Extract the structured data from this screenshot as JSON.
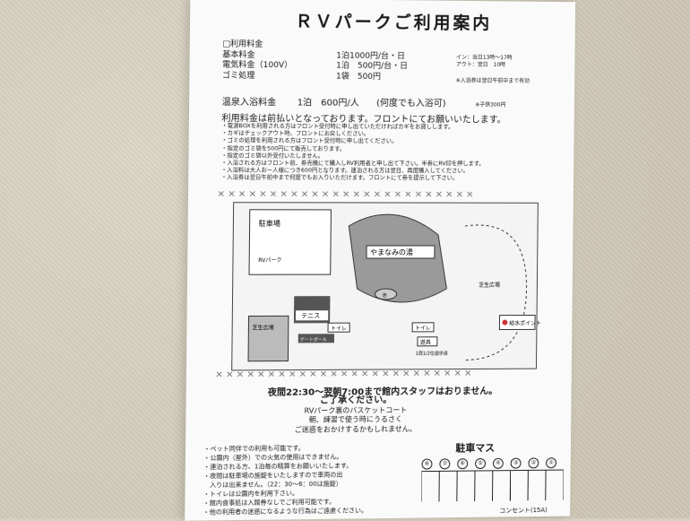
{
  "title": "ＲＶパークご利用案内",
  "fees": {
    "heading": "□利用料金",
    "rows": [
      {
        "name": "基本料金",
        "value": "1泊1000円/台・日"
      },
      {
        "name": "電気料金（100V）",
        "value": "1泊　500円/台・日"
      },
      {
        "name": "ゴミ処理",
        "value": "1袋　500円"
      }
    ],
    "checkin": "イン：当日13時～17時",
    "checkout": "アウト：翌日　10時",
    "note": "※入浴券は翌日午前中まで有効"
  },
  "onsen": {
    "name": "温泉入浴料金",
    "value": "1泊　600円/人",
    "extra": "(何度でも入浴可)",
    "child": "※子供300円"
  },
  "notice": "利用料金は前払いとなっております。フロントにてお願いいたします。",
  "rules": [
    "・電源BOXを利用される方はフロント受付時に申し出ていただければカギをお貸しします。",
    "・カギはチェックアウト時、フロントにお戻しください。",
    "・ゴミの処理を利用される方はフロント受付時に申し出てください。",
    "・指定のゴミ袋を500円にて販売しております。",
    "・指定のゴミ袋以外受付いたしません。",
    "・入浴される方はフロント前、券売機にて購入しRV利用者と申し出て下さい。半券にRV印を押します。",
    "・入浴料は大人お一人様につき600円となります。連泊される方は翌日、再度購入してください。",
    "・入浴券は翌日午前中まで何度でもお入りいただけます。フロントにて券を提示して下さい。"
  ],
  "map": {
    "parking": "駐車場",
    "rvpark": "RVパーク",
    "onsen": "やまなみの湯",
    "tennis": "テニス",
    "shiba": "芝生広場",
    "shiba2": "芝生広場",
    "toilet1": "トイレ",
    "toilet2": "トイレ",
    "gateball": "ゲートボール",
    "kyusui": "給水ポイント",
    "walk": "1周1/2位遊歩道",
    "yudo": "遊具",
    "pond": "池"
  },
  "night": "夜間22:30～翌朝7:00まで館内スタッフはおりません。",
  "court": {
    "head": "ご了承ください。",
    "lines": [
      "RVパーク裏のバスケットコート",
      "朝、練習で使う時にうるさく",
      "ご迷惑をおかけするかもしれません。"
    ]
  },
  "bottom_rules": [
    "・ペット同伴での利用も可能です。",
    "・公園内（屋外）での火気の使用はできません。",
    "・連泊される方、1泊毎の精算をお願いいたします。",
    "・夜間は駐車場の施錠をいたしますので車両の出",
    "　入りは出来ません。（22：30～6：00は施錠）",
    "・トイレは公園内を利用下さい。",
    "・館内食事処は入館券なしでご利用可能です。",
    "・他の利用者の迷惑になるような行為はご遠慮ください。"
  ],
  "parking_title": "駐車マス",
  "slots": [
    "⑧",
    "⑦",
    "⑥",
    "⑤",
    "④",
    "③",
    "②",
    "①"
  ],
  "consent": "コンセント(15A)"
}
